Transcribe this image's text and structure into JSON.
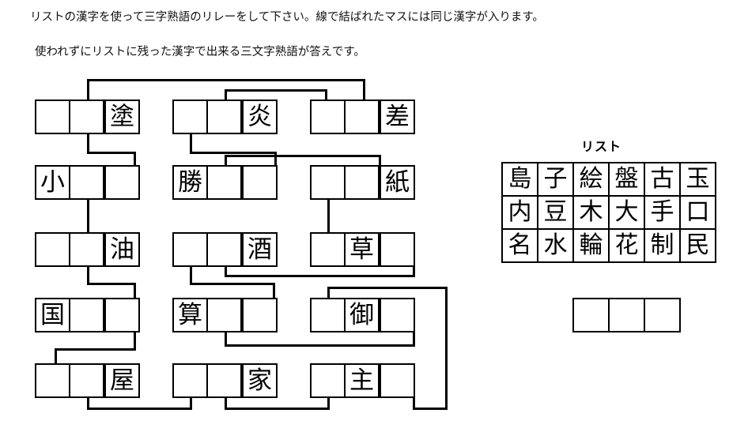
{
  "instructions": {
    "line1": "リストの漢字を使って三字熟語のリレーをして下さい。線で結ばれたマスには同じ漢字が入ります。",
    "line2": "使われずにリストに残った漢字で出来る三文字熟語が答えです。"
  },
  "board": {
    "rows": [
      {
        "row": 1,
        "groups": [
          {
            "group": "left",
            "cells": [
              "",
              "",
              "塗"
            ]
          },
          {
            "group": "middle",
            "cells": [
              "",
              "",
              "炎"
            ]
          },
          {
            "group": "right",
            "cells": [
              "",
              "",
              "差"
            ]
          }
        ]
      },
      {
        "row": 2,
        "groups": [
          {
            "group": "left",
            "cells": [
              "小",
              "",
              ""
            ]
          },
          {
            "group": "middle",
            "cells": [
              "勝",
              "",
              ""
            ]
          },
          {
            "group": "right",
            "cells": [
              "",
              "",
              "紙"
            ]
          }
        ]
      },
      {
        "row": 3,
        "groups": [
          {
            "group": "left",
            "cells": [
              "",
              "",
              "油"
            ]
          },
          {
            "group": "middle",
            "cells": [
              "",
              "",
              "酒"
            ]
          },
          {
            "group": "right",
            "cells": [
              "",
              "草",
              ""
            ]
          }
        ]
      },
      {
        "row": 4,
        "groups": [
          {
            "group": "left",
            "cells": [
              "国",
              "",
              ""
            ]
          },
          {
            "group": "middle",
            "cells": [
              "算",
              "",
              ""
            ]
          },
          {
            "group": "right",
            "cells": [
              "",
              "御",
              ""
            ]
          }
        ]
      },
      {
        "row": 5,
        "groups": [
          {
            "group": "left",
            "cells": [
              "",
              "",
              "屋"
            ]
          },
          {
            "group": "middle",
            "cells": [
              "",
              "",
              "家"
            ]
          },
          {
            "group": "right",
            "cells": [
              "",
              "主",
              ""
            ]
          }
        ]
      }
    ]
  },
  "list": {
    "title": "リスト",
    "rows": [
      [
        "島",
        "子",
        "絵",
        "盤",
        "古",
        "玉"
      ],
      [
        "内",
        "豆",
        "木",
        "大",
        "手",
        "口"
      ],
      [
        "名",
        "水",
        "輪",
        "花",
        "制",
        "民"
      ]
    ]
  },
  "answer": {
    "cells": [
      "",
      "",
      ""
    ]
  },
  "colors": {
    "ink": "#000000",
    "paper": "#ffffff"
  }
}
